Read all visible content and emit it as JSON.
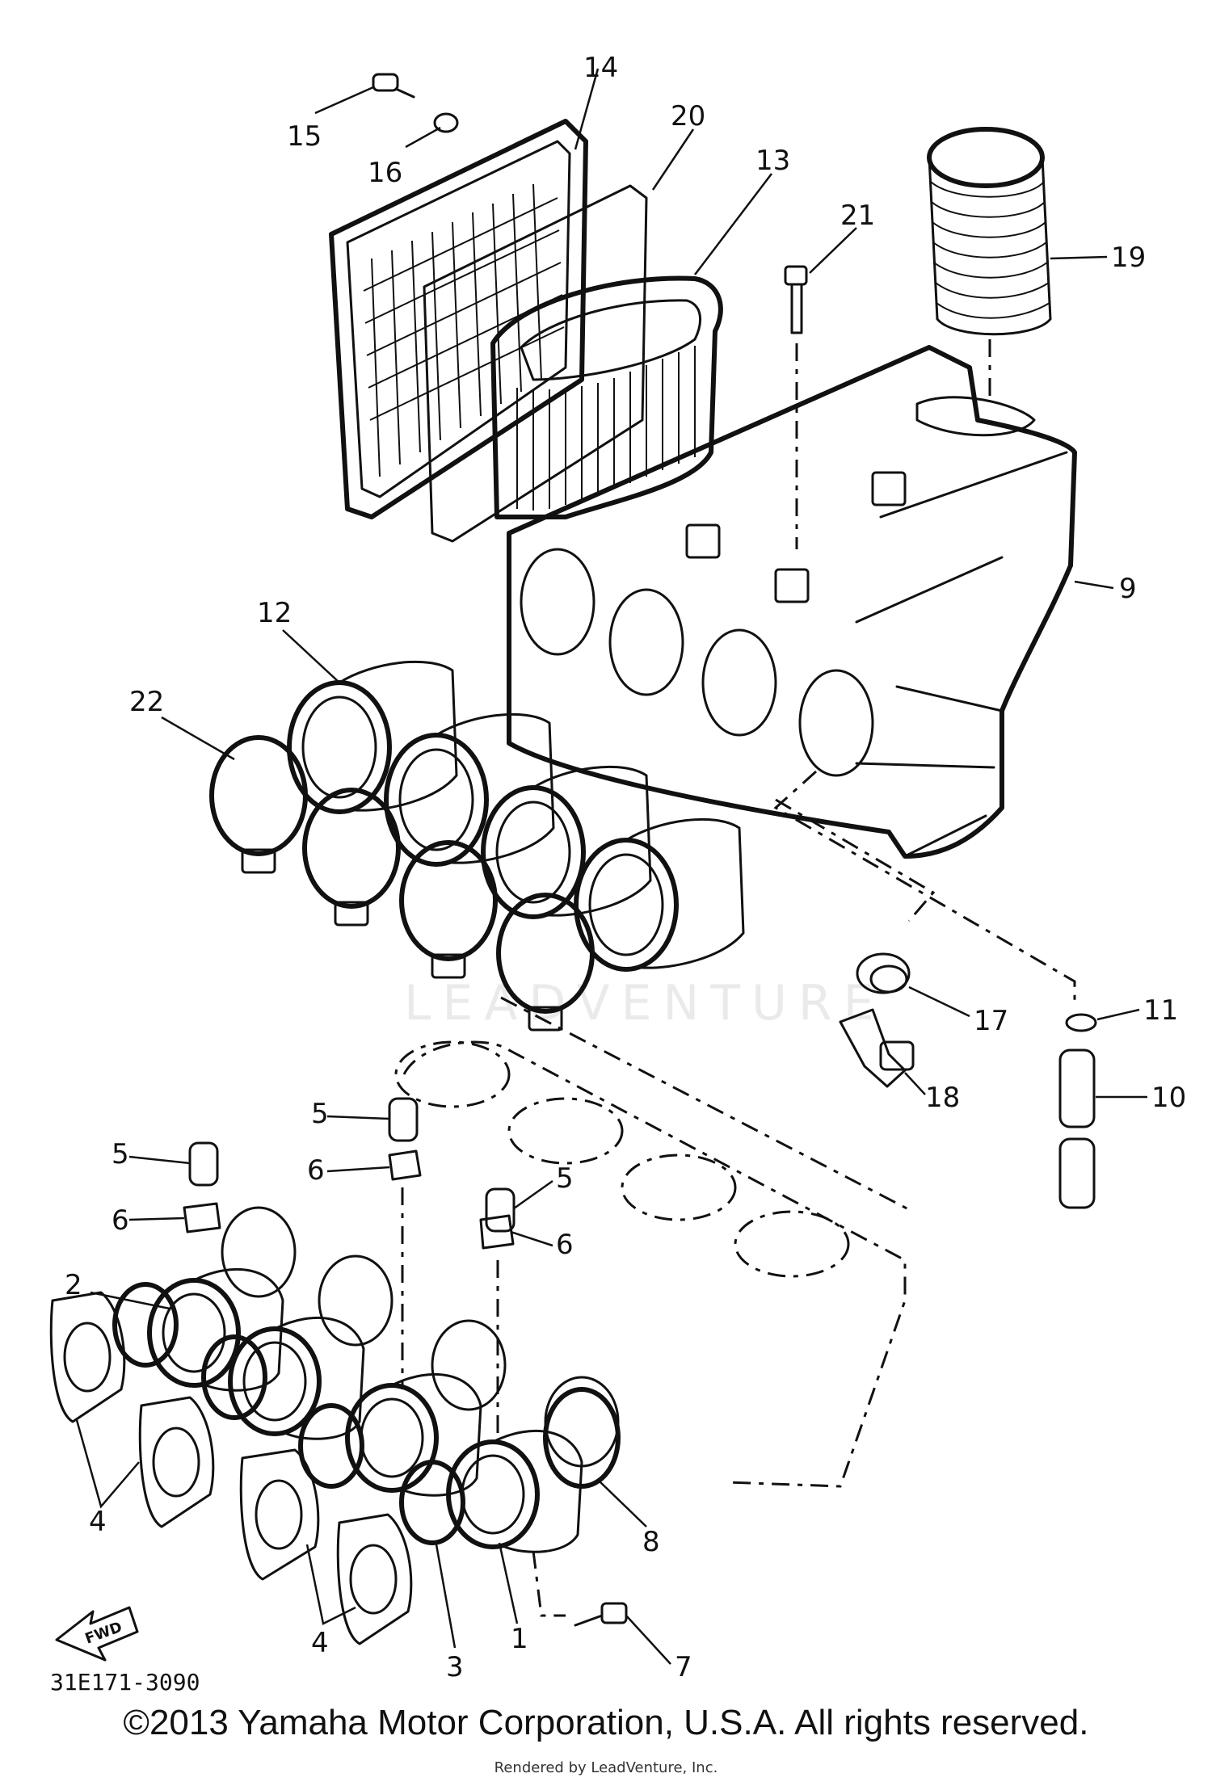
{
  "diagram": {
    "callouts": [
      {
        "id": "1",
        "text": "1"
      },
      {
        "id": "2",
        "text": "2"
      },
      {
        "id": "3",
        "text": "3"
      },
      {
        "id": "4a",
        "text": "4"
      },
      {
        "id": "4b",
        "text": "4"
      },
      {
        "id": "5a",
        "text": "5"
      },
      {
        "id": "5b",
        "text": "5"
      },
      {
        "id": "5c",
        "text": "5"
      },
      {
        "id": "6a",
        "text": "6"
      },
      {
        "id": "6b",
        "text": "6"
      },
      {
        "id": "6c",
        "text": "6"
      },
      {
        "id": "7",
        "text": "7"
      },
      {
        "id": "8",
        "text": "8"
      },
      {
        "id": "9",
        "text": "9"
      },
      {
        "id": "10",
        "text": "10"
      },
      {
        "id": "11",
        "text": "11"
      },
      {
        "id": "12",
        "text": "12"
      },
      {
        "id": "13",
        "text": "13"
      },
      {
        "id": "14",
        "text": "14"
      },
      {
        "id": "15",
        "text": "15"
      },
      {
        "id": "16",
        "text": "16"
      },
      {
        "id": "17",
        "text": "17"
      },
      {
        "id": "18",
        "text": "18"
      },
      {
        "id": "19",
        "text": "19"
      },
      {
        "id": "20",
        "text": "20"
      },
      {
        "id": "21",
        "text": "21"
      },
      {
        "id": "22",
        "text": "22"
      }
    ],
    "fwd_label": "FWD",
    "part_code": "31E171-3090",
    "watermark": "LEADVENTURE"
  },
  "footer": {
    "copyright": "©2013 Yamaha Motor Corporation, U.S.A. All rights reserved.",
    "rendered_by": "Rendered by LeadVenture, Inc."
  }
}
